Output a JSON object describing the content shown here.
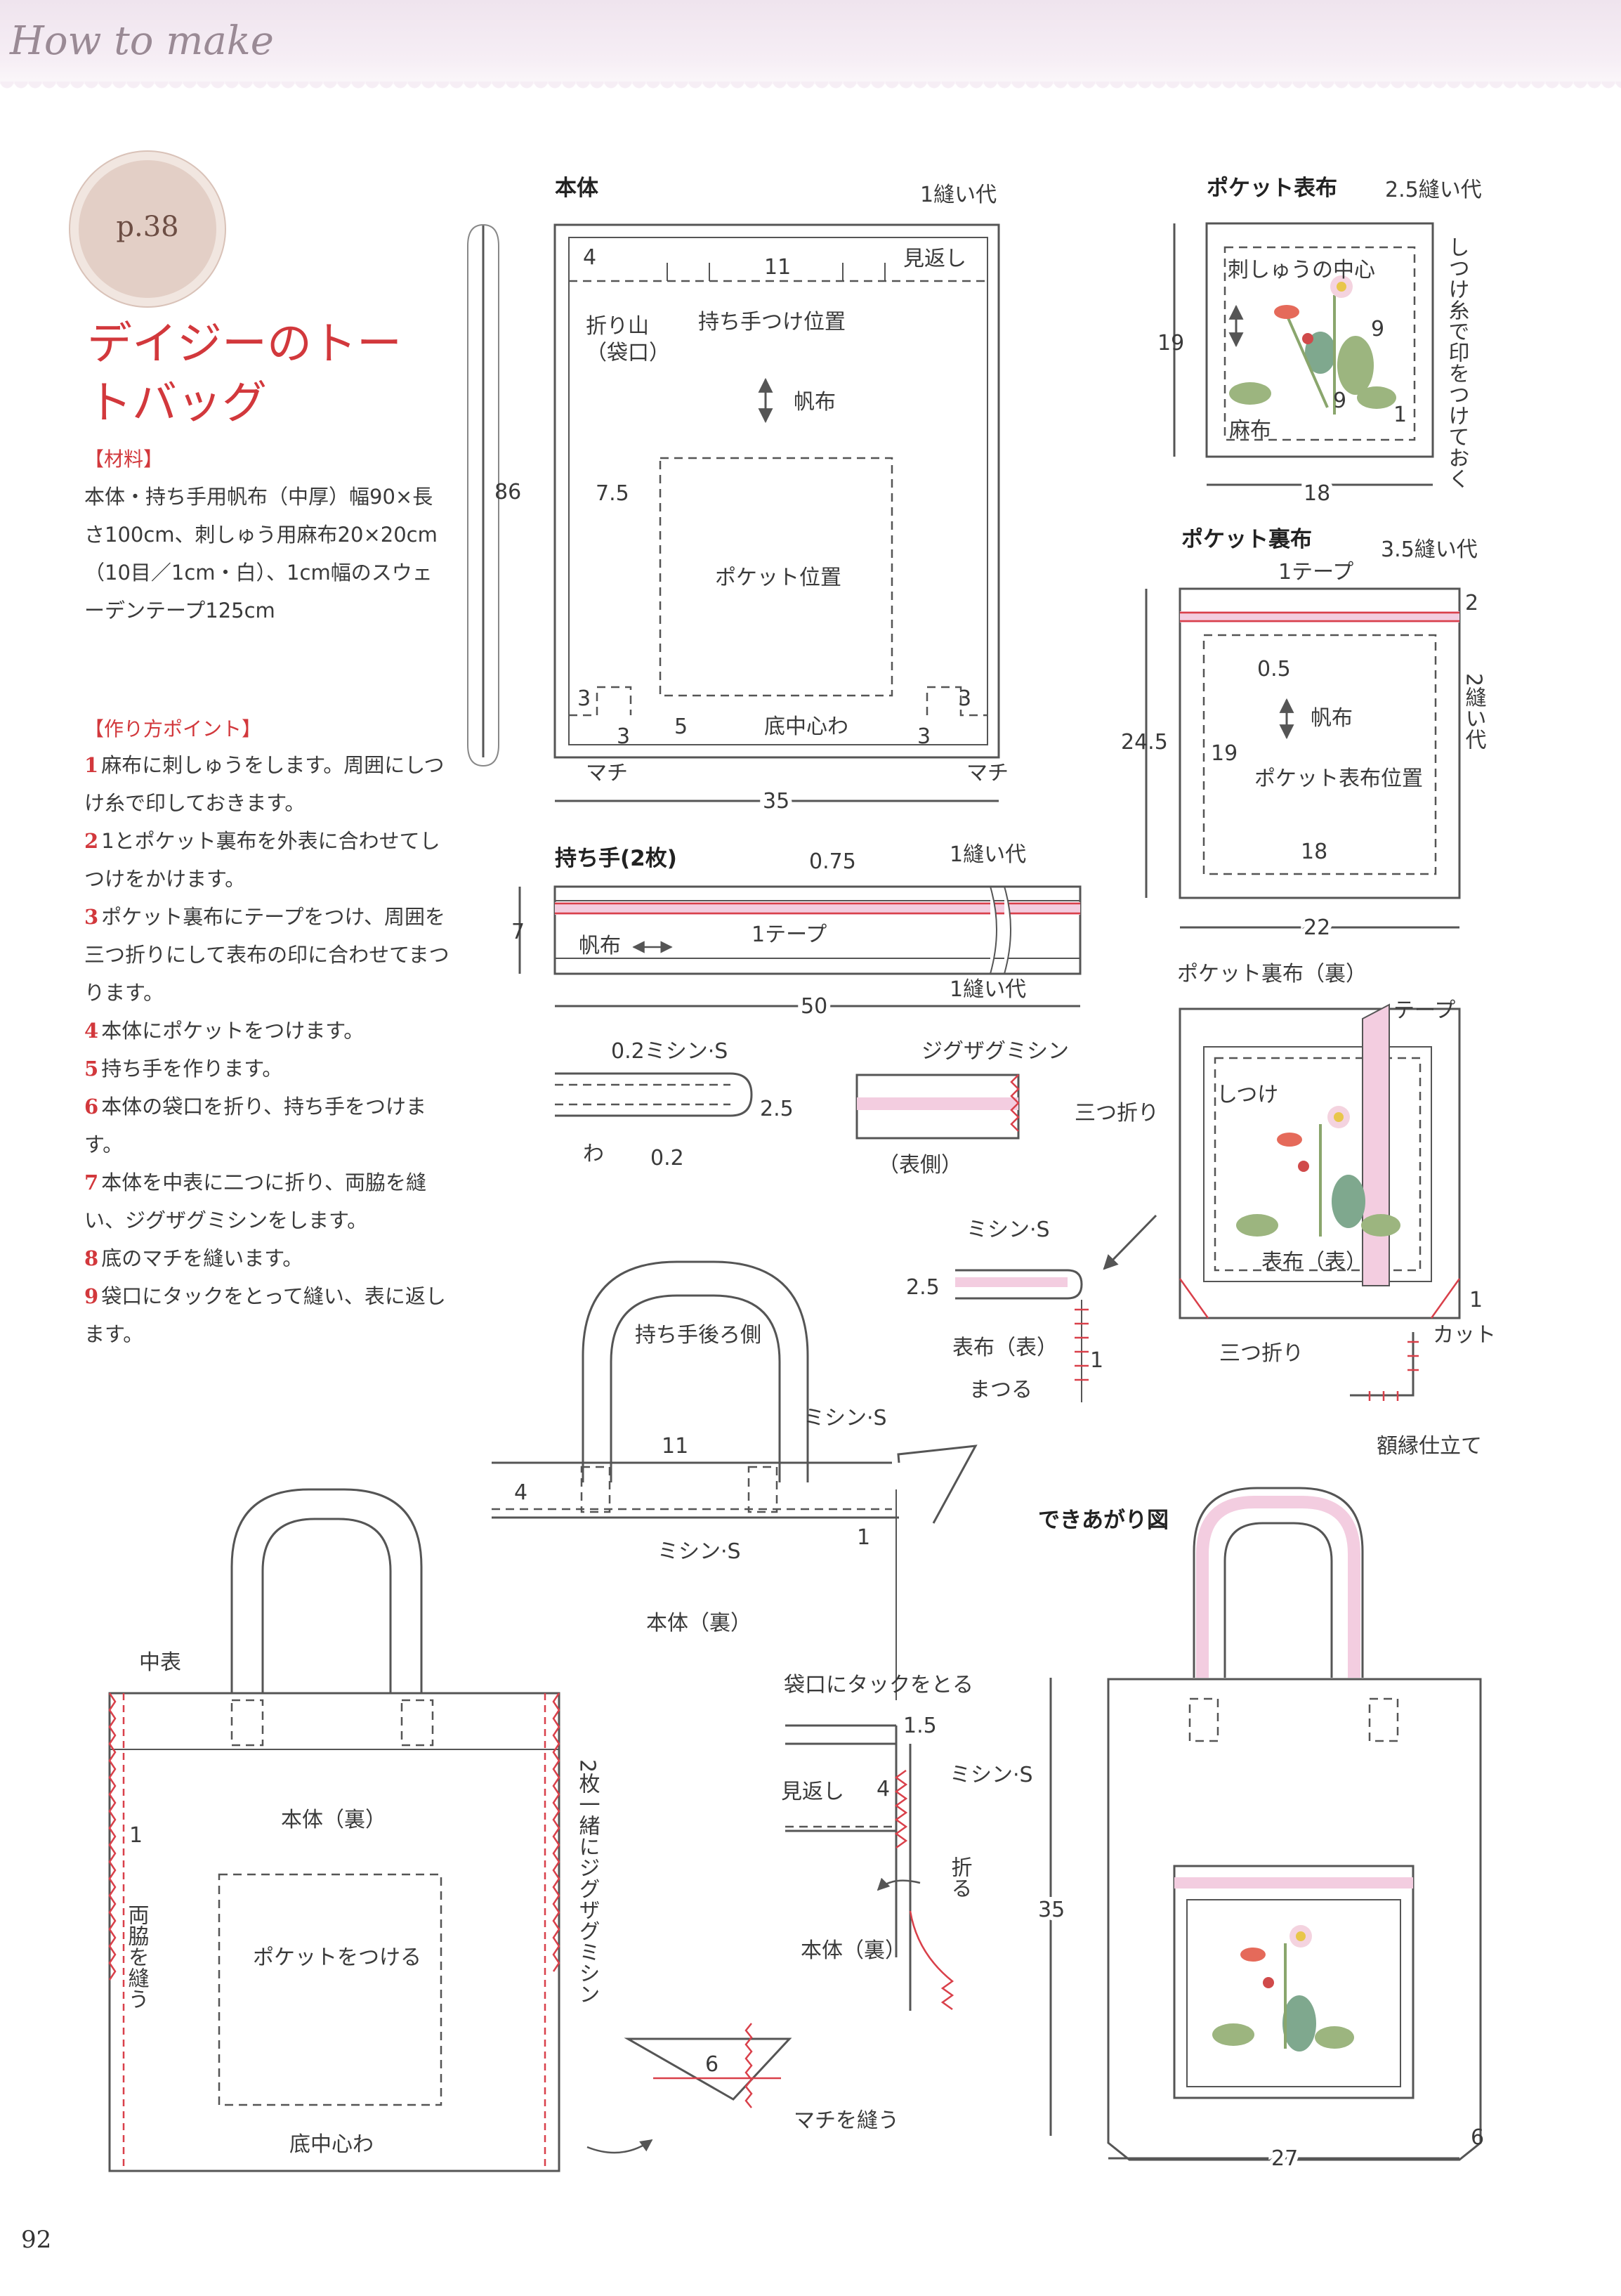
{
  "header": {
    "title": "How to make"
  },
  "badge": {
    "label": "p.38"
  },
  "title": "デイジーのトートバッグ",
  "materials": {
    "heading": "【材料】",
    "body": "本体・持ち手用帆布（中厚）幅90×長さ100cm、刺しゅう用麻布20×20cm（10目／1cm・白）、1cm幅のスウェーデンテープ125cm"
  },
  "points": {
    "heading": "【作り方ポイント】",
    "steps": [
      {
        "num": "1",
        "text": "麻布に刺しゅうをします。周囲にしつけ糸で印しておきます。"
      },
      {
        "num": "2",
        "text": "1とポケット裏布を外表に合わせてしつけをかけます。"
      },
      {
        "num": "3",
        "text": "ポケット裏布にテープをつけ、周囲を三つ折りにして表布の印に合わせてまつります。"
      },
      {
        "num": "4",
        "text": "本体にポケットをつけます。"
      },
      {
        "num": "5",
        "text": "持ち手を作ります。"
      },
      {
        "num": "6",
        "text": "本体の袋口を折り、持ち手をつけます。"
      },
      {
        "num": "7",
        "text": "本体を中表に二つに折り、両脇を縫い、ジグザグミシンをします。"
      },
      {
        "num": "8",
        "text": "底のマチを縫います。"
      },
      {
        "num": "9",
        "text": "袋口にタックをとって縫い、表に返します。"
      }
    ]
  },
  "body_diagram": {
    "heading": "本体",
    "seam": "1縫い代",
    "facing": "見返し",
    "d4": "4",
    "d11": "11",
    "fold": "折り山",
    "opening": "（袋口）",
    "handle_pos": "持ち手つけ位置",
    "fabric": "帆布",
    "d75": "7.5",
    "height": "86",
    "pocket_pos": "ポケット位置",
    "d3": "3",
    "d5": "5",
    "bottom": "底中心わ",
    "gusset": "マチ",
    "width": "35"
  },
  "handle_diagram": {
    "heading": "持ち手(2枚)",
    "d075": "0.75",
    "seam": "1縫い代",
    "height": "7",
    "tape": "1テープ",
    "fabric": "帆布",
    "length": "50",
    "stitch02": "0.2ミシン·S",
    "d25": "2.5",
    "wa": "わ",
    "d02": "0.2",
    "zigzag": "ジグザグミシン",
    "front": "（表側）"
  },
  "pocket_front": {
    "heading": "ポケット表布",
    "seam": "2.5縫い代",
    "center": "刺しゅうの中心",
    "d9": "9",
    "height": "19",
    "linen": "麻布",
    "d1": "1",
    "width": "18",
    "note": "しつけ糸で印をつけておく"
  },
  "pocket_back": {
    "heading": "ポケット裏布",
    "tape": "1テープ",
    "seam": "3.5縫い代",
    "d2": "2",
    "d05": "0.5",
    "fabric": "帆布",
    "seam2": "2縫い代",
    "height": "24.5",
    "d19": "19",
    "front_pos": "ポケット表布位置",
    "d18": "18",
    "width": "22"
  },
  "pocket_assembly": {
    "back_wrong": "ポケット裏布（裏）",
    "tape": "テープ",
    "tri_fold": "三つ折り",
    "baste": "しつけ",
    "front_right": "表布（表）",
    "tri_fold2": "三つ折り",
    "d1": "1",
    "cut": "カット",
    "stitch": "ミシン·S",
    "d25": "2.5",
    "front": "表布（表）",
    "slip": "まつる",
    "d1b": "1",
    "mitre": "額縁仕立て"
  },
  "attach_handle": {
    "handle_back": "持ち手後ろ側",
    "stitch": "ミシン·S",
    "d11": "11",
    "d4": "4",
    "stitch2": "ミシン·S",
    "d1": "1",
    "body_wrong": "本体（裏）"
  },
  "sew_body": {
    "inside": "中表",
    "body_wrong": "本体（裏）",
    "d1": "1",
    "both_sides": "両脇を縫う",
    "attach_pocket": "ポケットをつける",
    "zigzag_both": "2枚一緒にジグザグミシン",
    "bottom": "底中心わ"
  },
  "tuck": {
    "heading": "袋口にタックをとる",
    "d15": "1.5",
    "stitch": "ミシン·S",
    "facing": "見返し",
    "d4": "4",
    "fold": "折る",
    "body_wrong": "本体（裏）"
  },
  "gusset": {
    "d6": "6",
    "sew": "マチを縫う"
  },
  "finished": {
    "heading": "できあがり図",
    "height": "35",
    "width": "27",
    "depth": "6"
  },
  "page_number": "92"
}
